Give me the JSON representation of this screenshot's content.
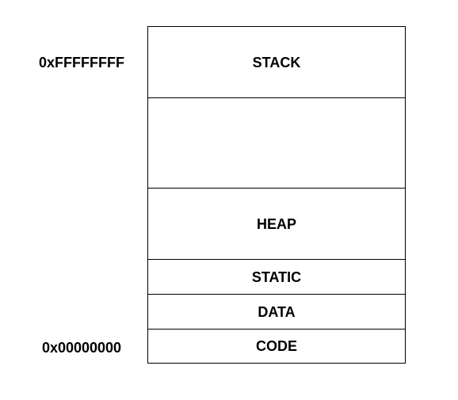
{
  "addresses": {
    "top": "0xFFFFFFFF",
    "bottom": "0x00000000"
  },
  "segments": [
    {
      "label": "STACK"
    },
    {
      "label": ""
    },
    {
      "label": "HEAP"
    },
    {
      "label": "STATIC"
    },
    {
      "label": "DATA"
    },
    {
      "label": "CODE"
    }
  ]
}
